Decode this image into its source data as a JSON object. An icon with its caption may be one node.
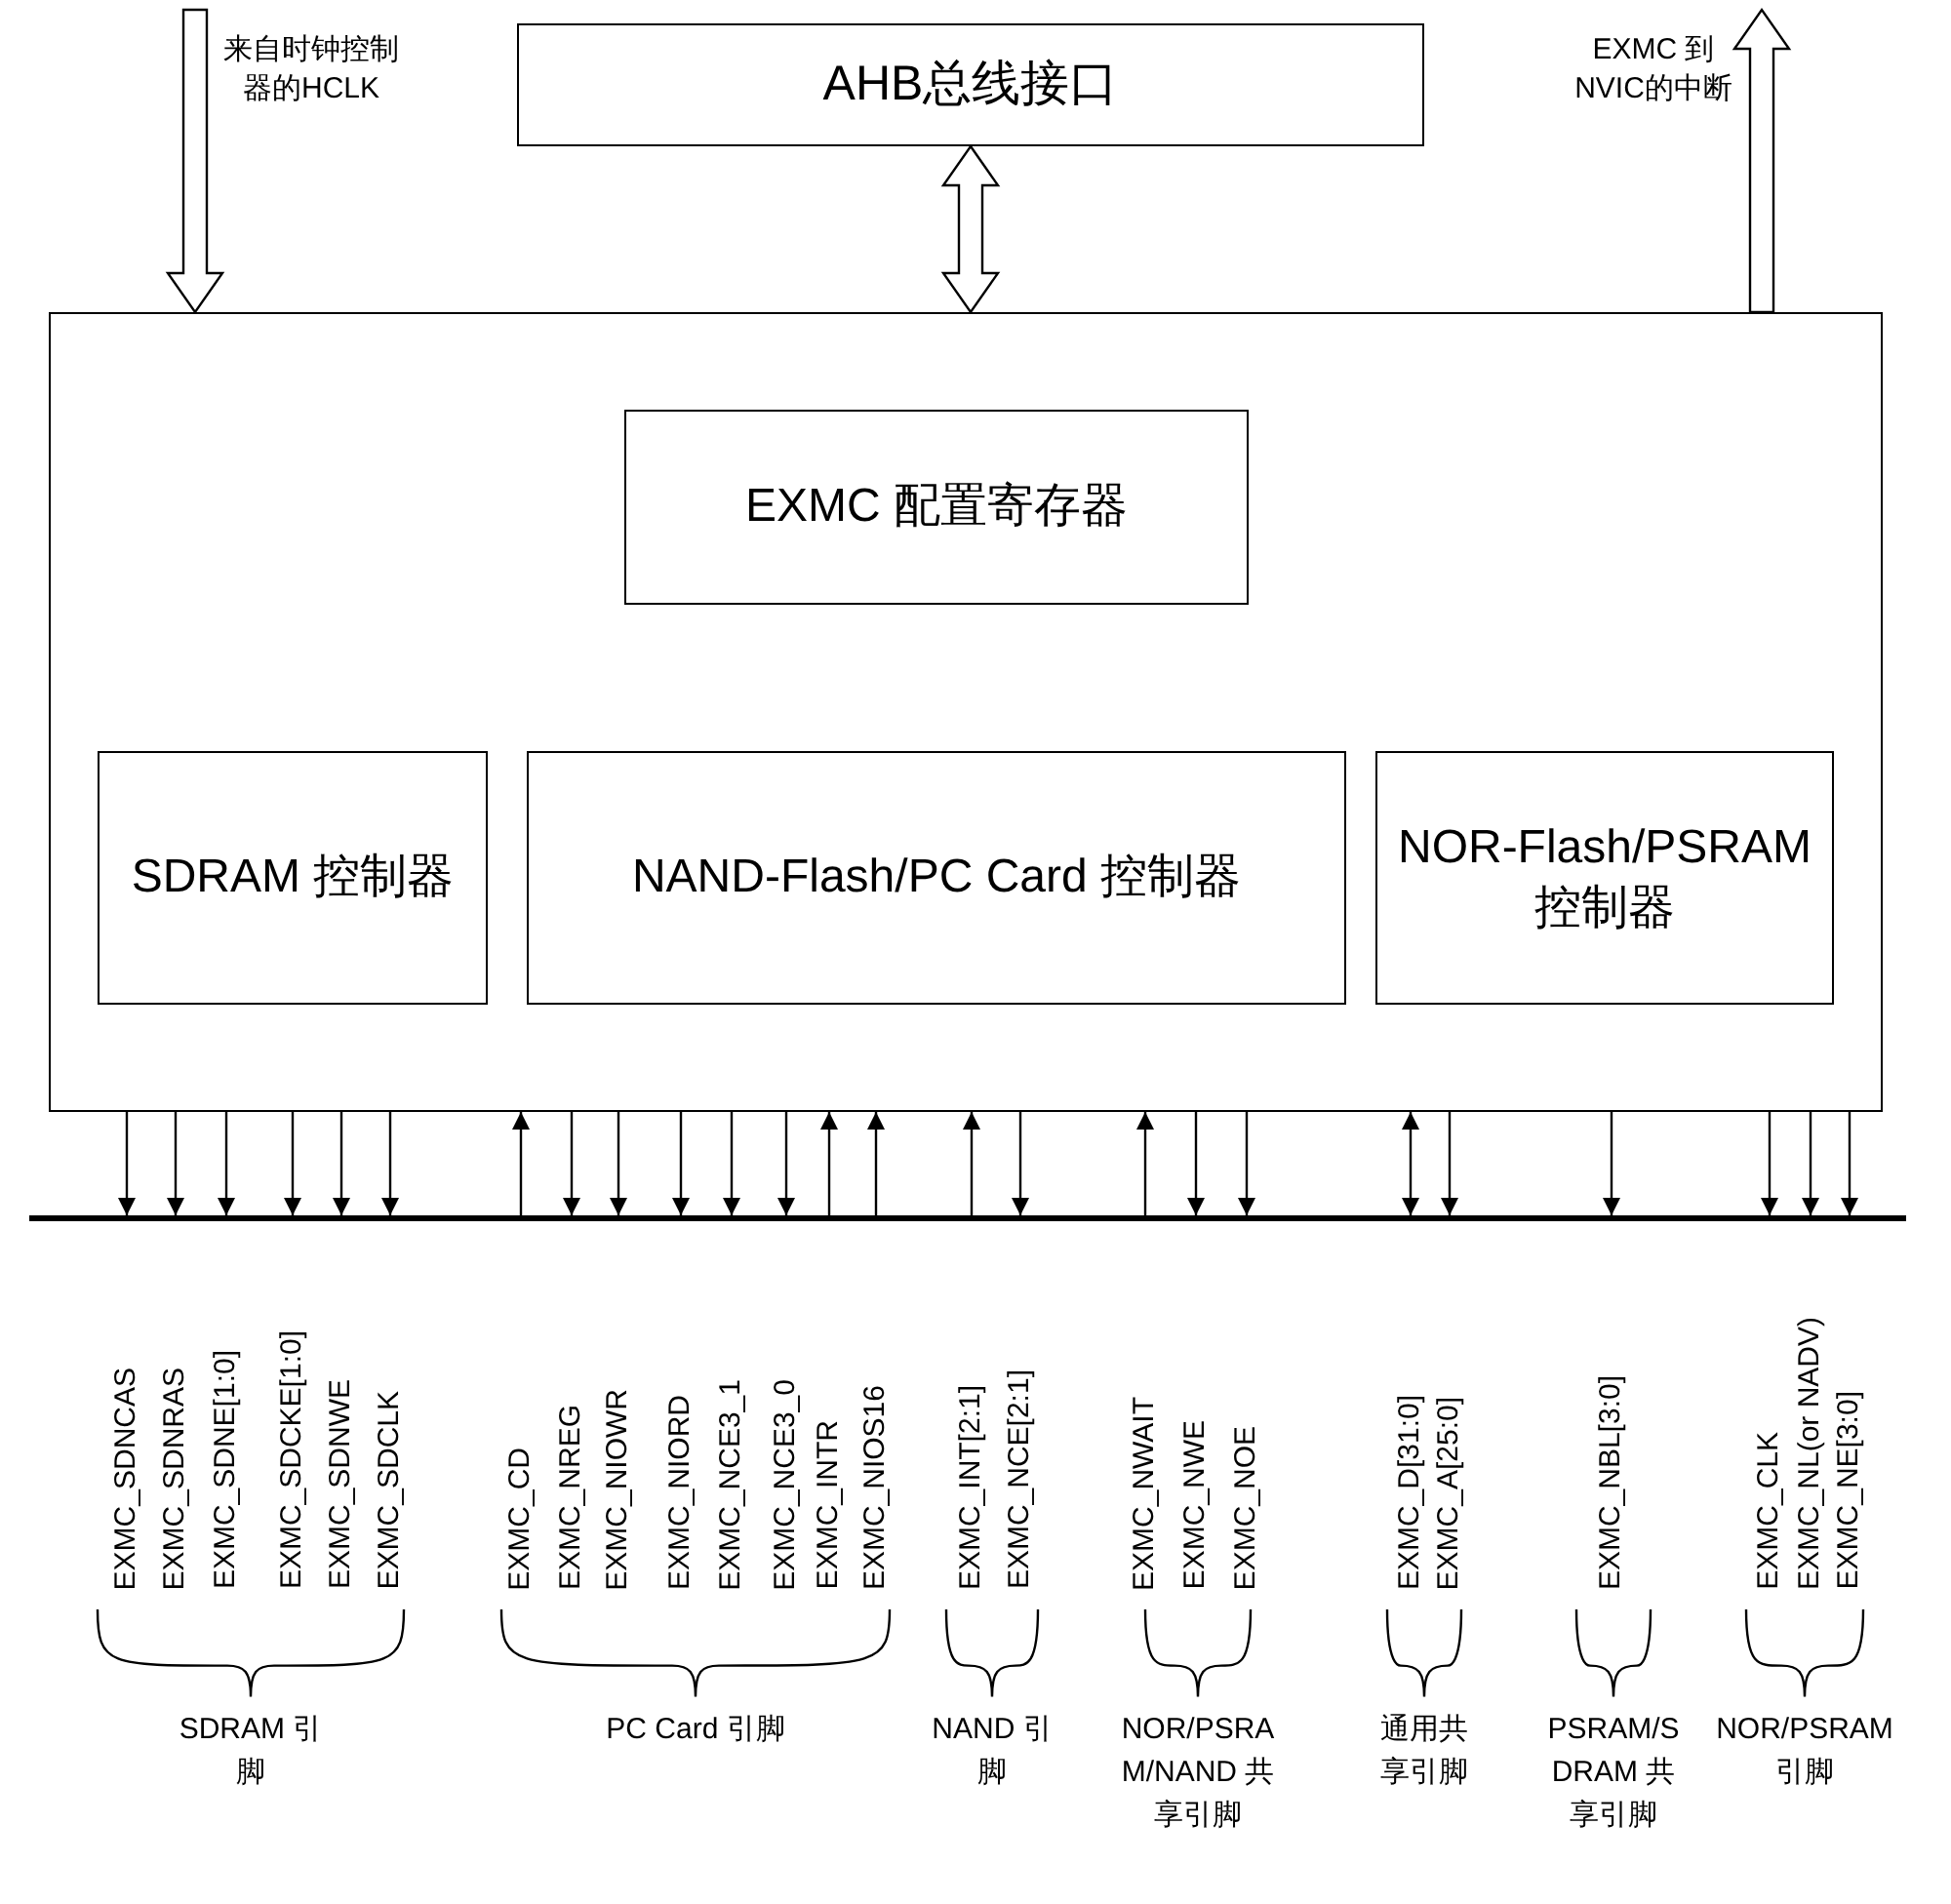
{
  "diagram": {
    "nodes": [
      {
        "text": [
          "AHB总线接口"
        ]
      },
      {
        "text": [],
        "shape": "box"
      },
      {
        "text": [
          "EXMC 配置寄存器"
        ],
        "in": 1
      },
      {
        "text": [
          "SDRAM 控制器"
        ],
        "in": 1
      },
      {
        "text": [
          "NAND-Flash/PC Card 控制器"
        ],
        "in": 1
      },
      {
        "text": [
          "NOR-Flash/PSRAM 控制器"
        ],
        "in": 1
      },
      {
        "text": [],
        "shape": "bar"
      }
    ],
    "edges": [
      {
        "from": 0,
        "to": 1,
        "arrow": "both",
        "style": "thick"
      },
      {
        "from": null,
        "to": 1,
        "arrow": "to",
        "style": "thick",
        "label": "来自时钟控制器的HCLK"
      },
      {
        "from": 1,
        "to": null,
        "arrow": "to",
        "style": "thick",
        "label": "EXMC 到 NVIC的中断"
      },
      {
        "from": 1,
        "to": 6,
        "arrow": "to"
      },
      {
        "from": 1,
        "to": 6,
        "arrow": "to"
      },
      {
        "from": 1,
        "to": 6,
        "arrow": "to"
      },
      {
        "from": 1,
        "to": 6,
        "arrow": "to"
      },
      {
        "from": 1,
        "to": 6,
        "arrow": "to"
      },
      {
        "from": 1,
        "to": 6,
        "arrow": "to"
      },
      {
        "from": 6,
        "to": 1,
        "arrow": "to"
      },
      {
        "from": 1,
        "to": 6,
        "arrow": "to"
      },
      {
        "from": 1,
        "to": 6,
        "arrow": "to"
      },
      {
        "from": 1,
        "to": 6,
        "arrow": "to"
      },
      {
        "from": 1,
        "to": 6,
        "arrow": "to"
      },
      {
        "from": 1,
        "to": 6,
        "arrow": "to"
      },
      {
        "from": 6,
        "to": 1,
        "arrow": "to"
      },
      {
        "from": 6,
        "to": 1,
        "arrow": "to"
      },
      {
        "from": 6,
        "to": 1,
        "arrow": "to"
      },
      {
        "from": 1,
        "to": 6,
        "arrow": "to"
      },
      {
        "from": 6,
        "to": 1,
        "arrow": "to"
      },
      {
        "from": 1,
        "to": 6,
        "arrow": "to"
      },
      {
        "from": 1,
        "to": 6,
        "arrow": "to"
      },
      {
        "from": 1,
        "to": 6,
        "arrow": "both"
      },
      {
        "from": 1,
        "to": 6,
        "arrow": "to"
      },
      {
        "from": 1,
        "to": 6,
        "arrow": "to"
      },
      {
        "from": 1,
        "to": 6,
        "arrow": "to"
      },
      {
        "from": 1,
        "to": 6,
        "arrow": "to"
      },
      {
        "from": 1,
        "to": 6,
        "arrow": "to"
      }
    ],
    "labels": [
      "EXMC_SDNCAS",
      "EXMC_SDNRAS",
      "EXMC_SDNE[1:0]",
      "EXMC_SDCKE[1:0]",
      "EXMC_SDNWE",
      "EXMC_SDCLK",
      "EXMC_CD",
      "EXMC_NREG",
      "EXMC_NIOWR",
      "EXMC_NIORD",
      "EXMC_NCE3_1",
      "EXMC_NCE3_0",
      "EXMC_INTR",
      "EXMC_NIOS16",
      "EXMC_INT[2:1]",
      "EXMC_NCE[2:1]",
      "EXMC_NWAIT",
      "EXMC_NWE",
      "EXMC_NOE",
      "EXMC_D[31:0]",
      "EXMC_A[25:0]",
      "EXMC_NBL[3:0]",
      "EXMC_CLK",
      "EXMC_NL(or NADV)",
      "EXMC_NE[3:0]",
      "SDRAM 引脚",
      "PC Card 引脚",
      "NAND 引脚",
      "NOR/PSRAM/NAND 共享引脚",
      "通用共享引脚",
      "PSRAM/SDRAM 共享引脚",
      "NOR/PSRAM 引脚"
    ]
  }
}
